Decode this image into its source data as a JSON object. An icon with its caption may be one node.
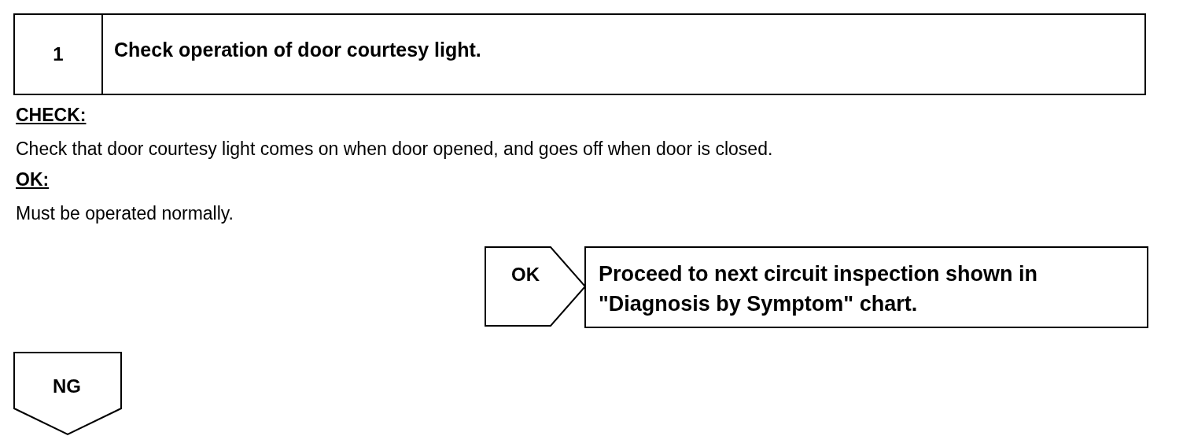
{
  "diagram": {
    "nodes": [
      {
        "text": [
          "1",
          "Check operation of door courtesy light."
        ]
      },
      {
        "text": [
          "OK"
        ]
      },
      {
        "text": [
          "Proceed to next circuit inspection shown in \"Diagnosis by Symptom\" chart."
        ]
      },
      {
        "text": [
          "NG"
        ]
      }
    ],
    "labels": [
      "CHECK:",
      "Check that door courtesy light comes on when door opened, and goes off when door is closed.",
      "OK:",
      "Must be operated normally."
    ]
  }
}
